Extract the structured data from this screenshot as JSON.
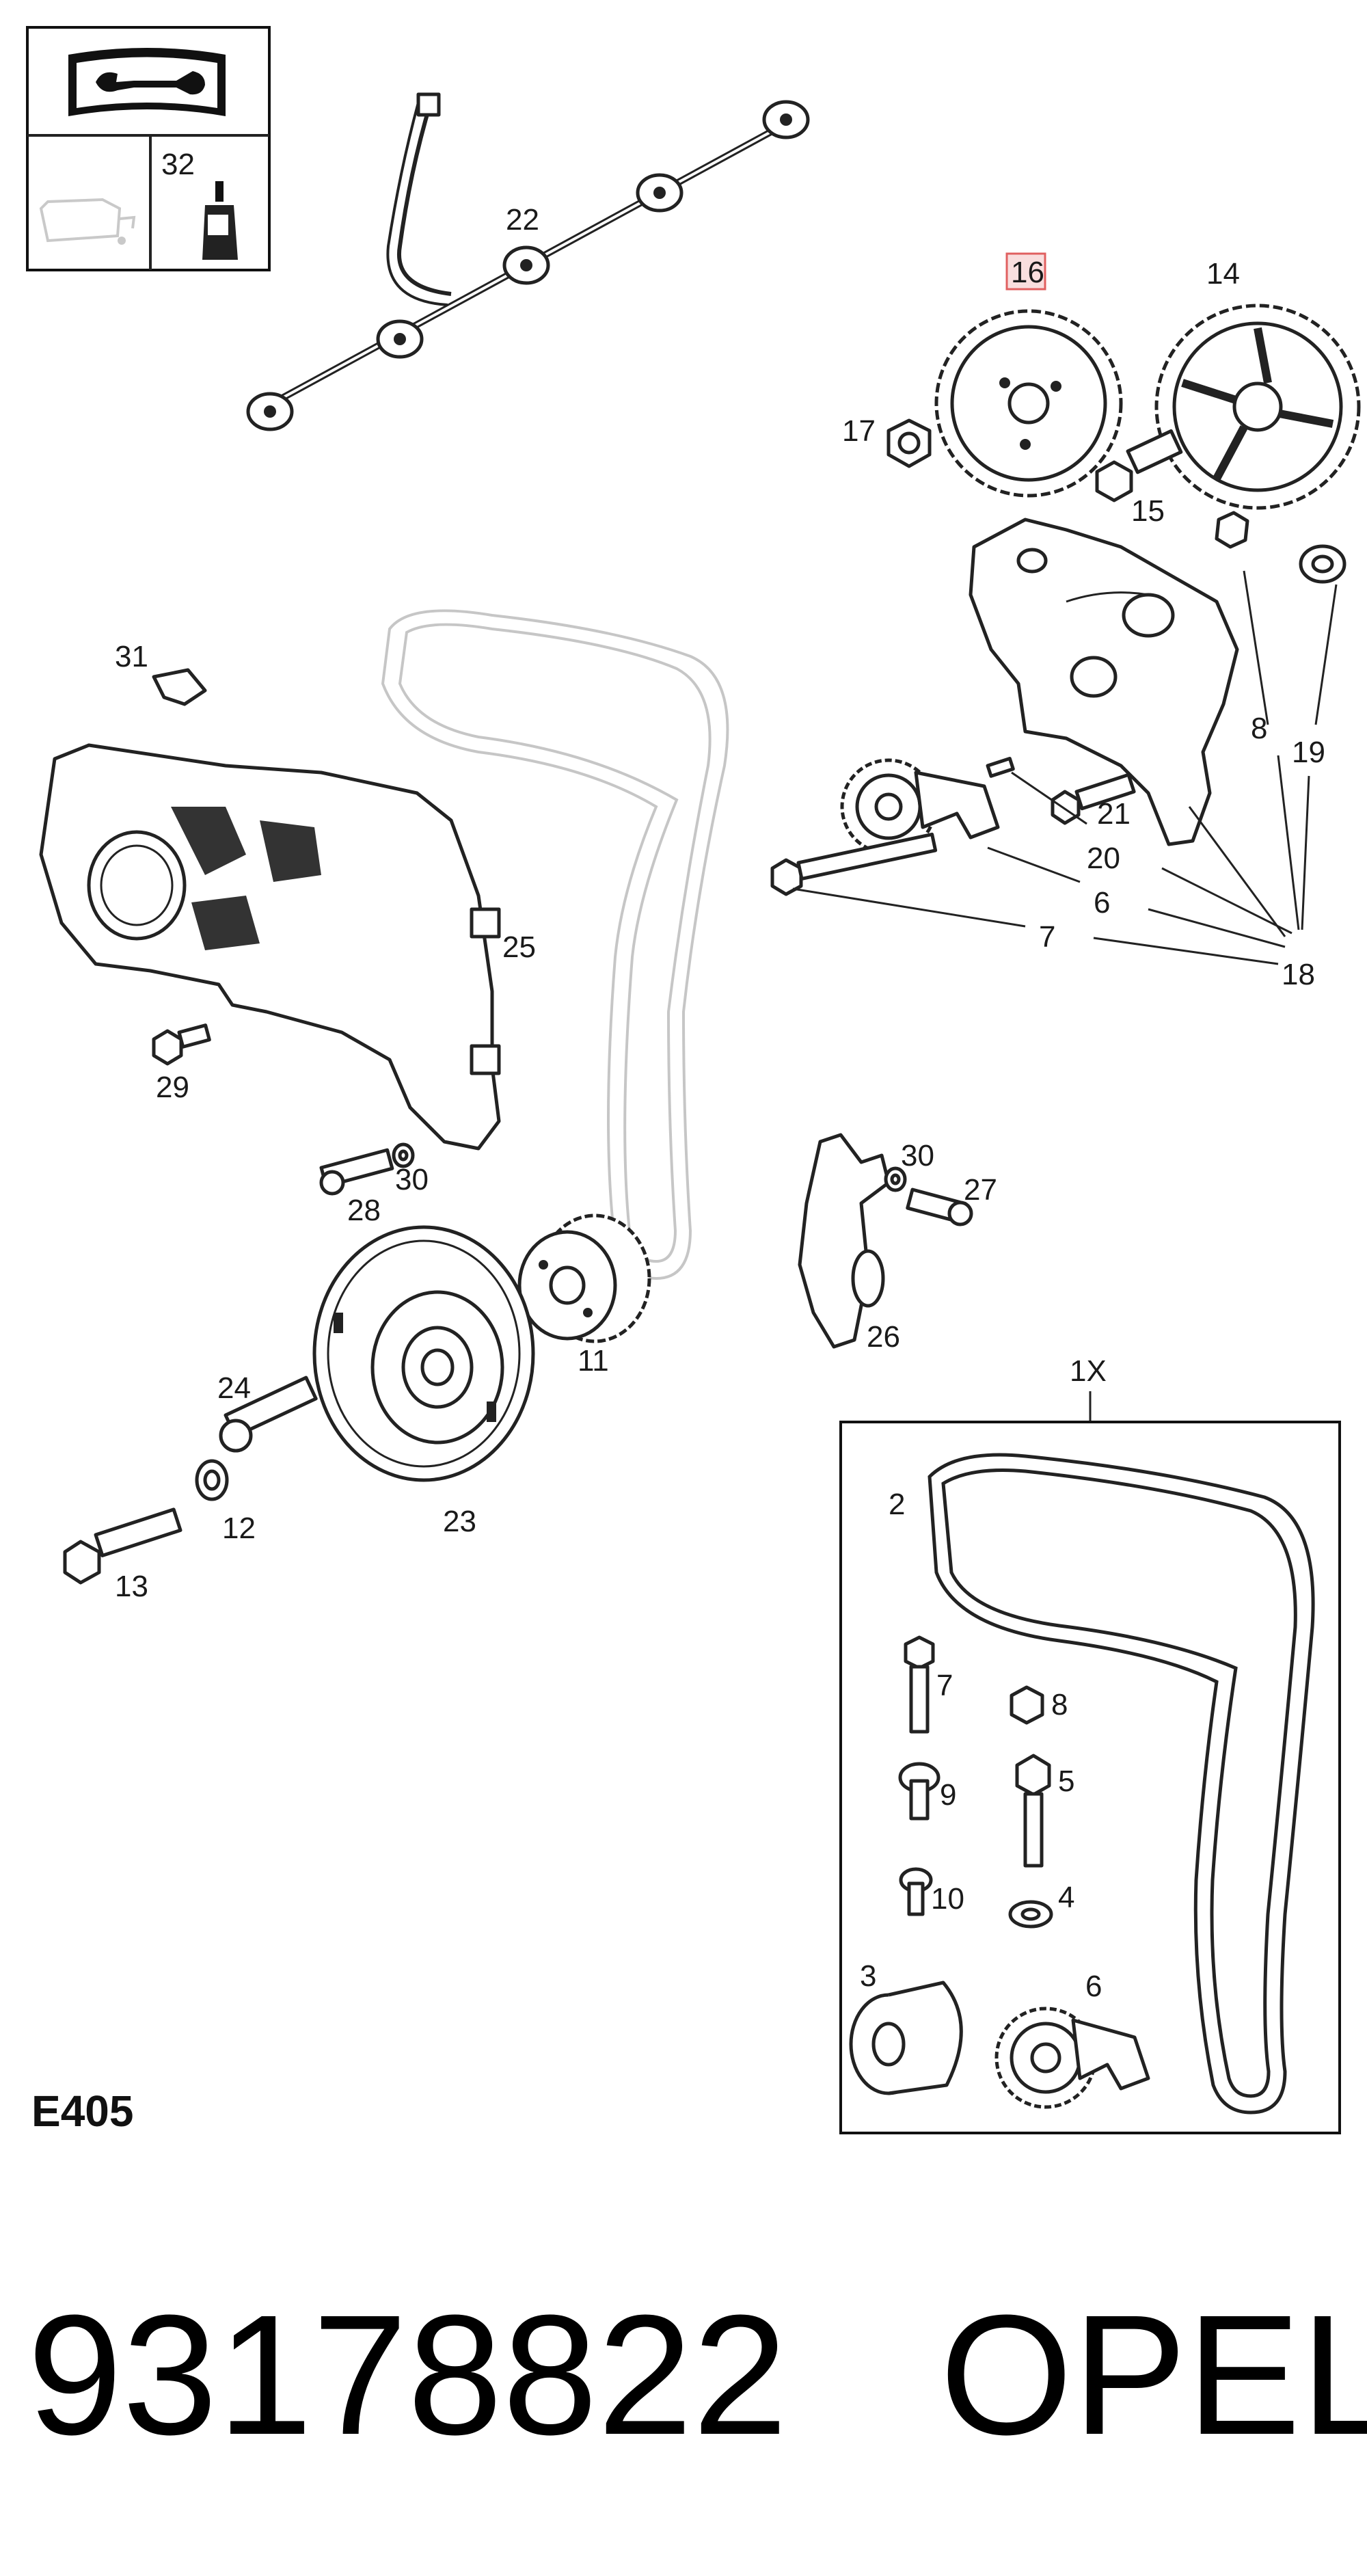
{
  "callouts": {
    "c22": "22",
    "c16": "16",
    "c14": "14",
    "c17": "17",
    "c15": "15",
    "c31": "31",
    "c8": "8",
    "c19": "19",
    "c21": "21",
    "c20": "20",
    "c6": "6",
    "c7": "7",
    "c18": "18",
    "c25": "25",
    "c29": "29",
    "c30a": "30",
    "c28": "28",
    "c30b": "30",
    "c27": "27",
    "c26": "26",
    "c11": "11",
    "c24": "24",
    "c12": "12",
    "c23": "23",
    "c13": "13",
    "c1x": "1X",
    "c32": "32",
    "k2": "2",
    "k7": "7",
    "k8": "8",
    "k9": "9",
    "k5": "5",
    "k10": "10",
    "k4": "4",
    "k3": "3",
    "k6": "6"
  },
  "diagram_code": "E405",
  "part_number": "93178822",
  "brand": "OPEL",
  "highlight_color": "#e06060"
}
